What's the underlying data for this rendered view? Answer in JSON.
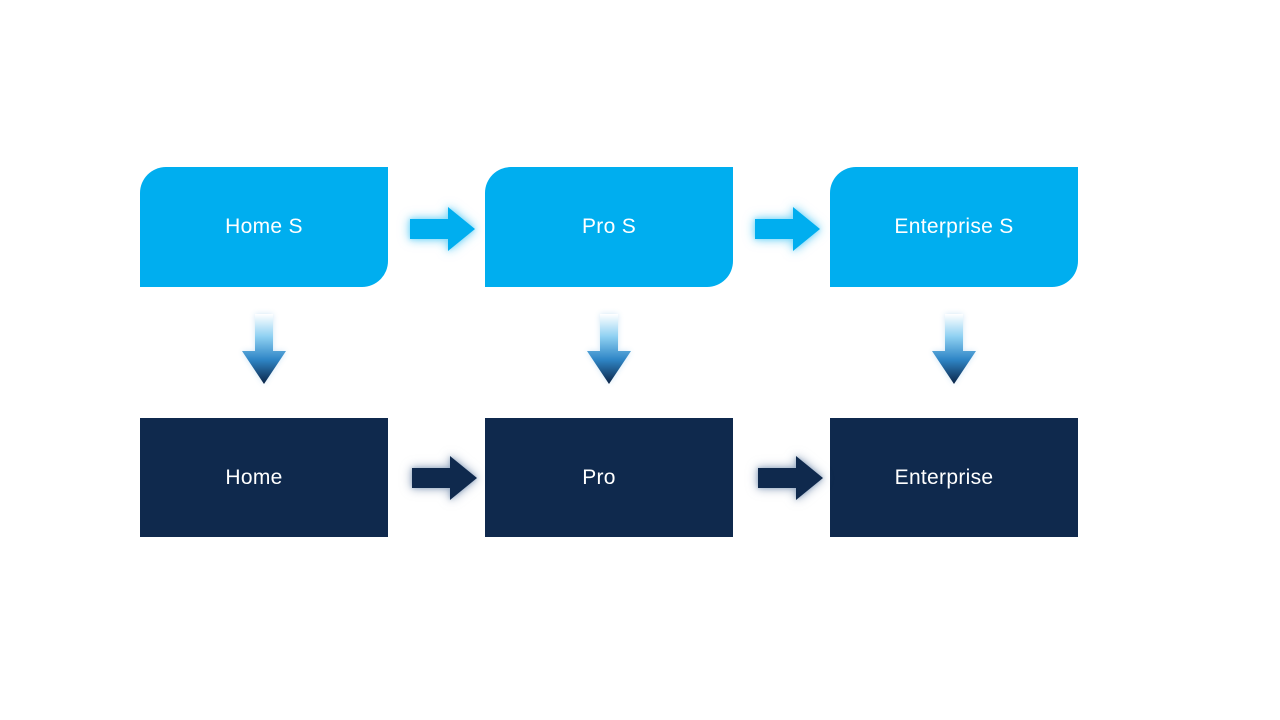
{
  "diagram": {
    "top_row": [
      {
        "label": "Home S"
      },
      {
        "label": "Pro S"
      },
      {
        "label": "Enterprise S"
      }
    ],
    "bottom_row": [
      {
        "label": "Home"
      },
      {
        "label": "Pro"
      },
      {
        "label": "Enterprise"
      }
    ],
    "edges": [
      {
        "from": "Home S",
        "to": "Pro S",
        "direction": "right",
        "style": "light-blue-glow"
      },
      {
        "from": "Pro S",
        "to": "Enterprise S",
        "direction": "right",
        "style": "light-blue-glow"
      },
      {
        "from": "Home",
        "to": "Pro",
        "direction": "right",
        "style": "navy-glow"
      },
      {
        "from": "Pro",
        "to": "Enterprise",
        "direction": "right",
        "style": "navy-glow"
      },
      {
        "from": "Home S",
        "to": "Home",
        "direction": "down",
        "style": "gradient"
      },
      {
        "from": "Pro S",
        "to": "Pro",
        "direction": "down",
        "style": "gradient"
      },
      {
        "from": "Enterprise S",
        "to": "Enterprise",
        "direction": "down",
        "style": "gradient"
      }
    ]
  },
  "colors": {
    "canvas_bg": "#FFFFFF",
    "accent_light": "#00AEEF",
    "accent_dark": "#0F294D",
    "label_text": "#FFFFFF",
    "grad_0": "#FFFFFF",
    "grad_1": "#8FD1F2",
    "grad_2": "#2F86C6",
    "grad_3": "#0B2447"
  }
}
